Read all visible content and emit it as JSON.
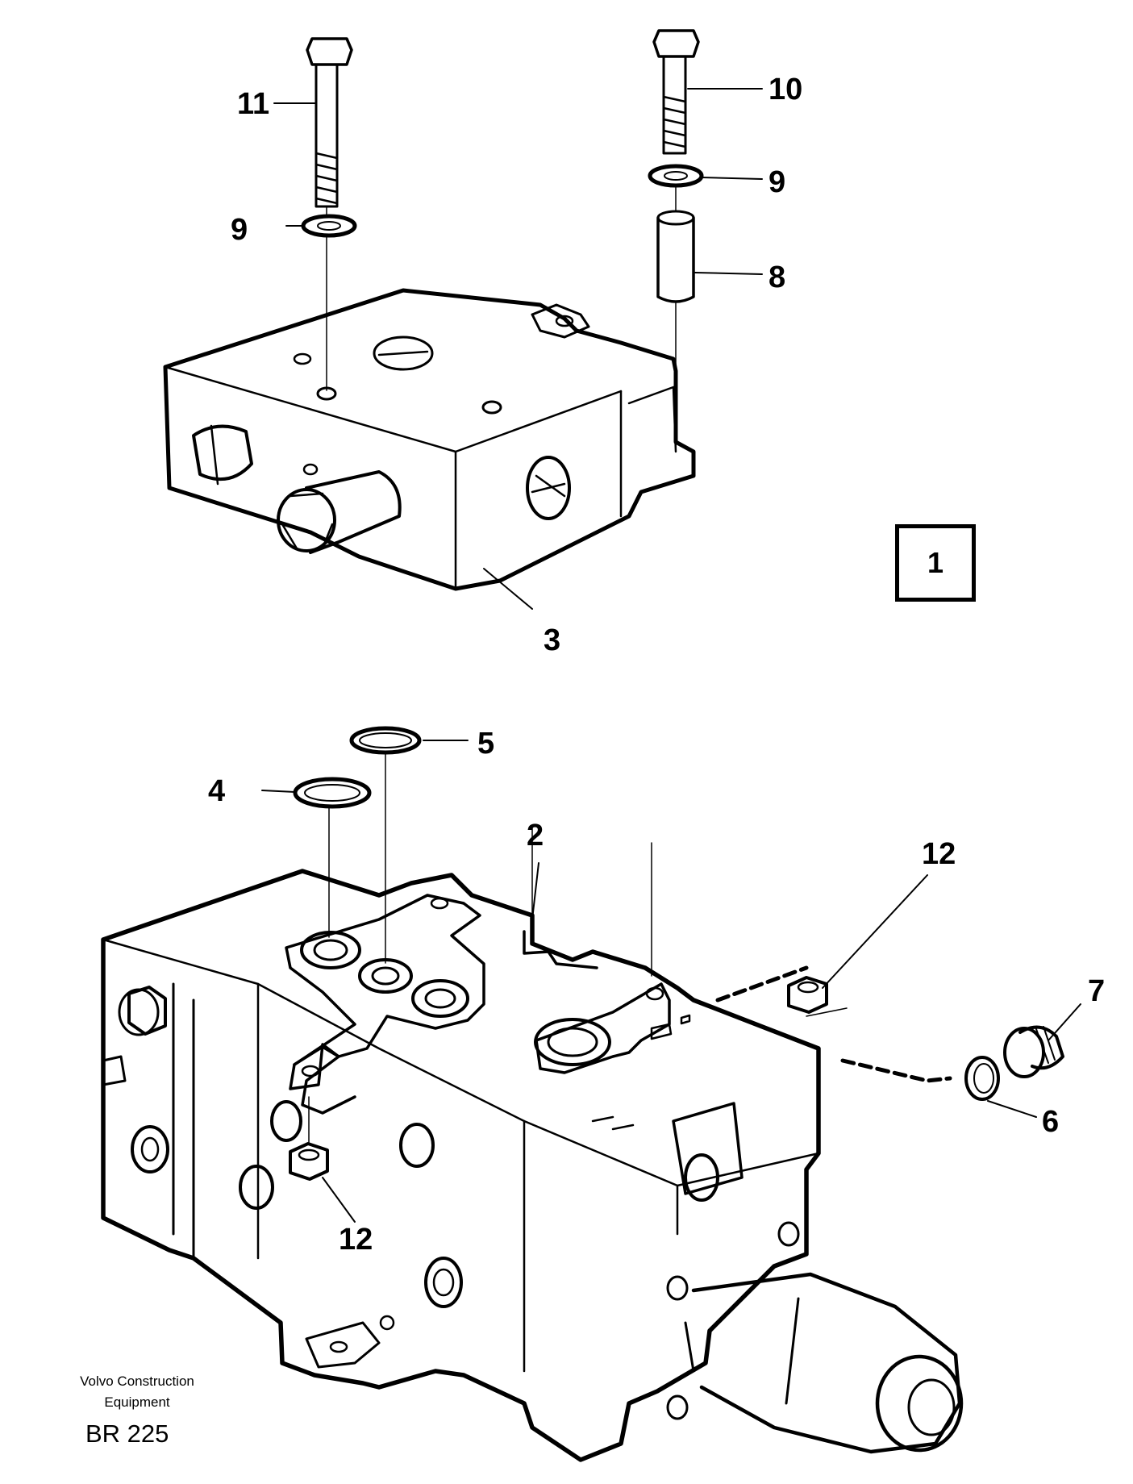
{
  "figure_id": "1",
  "callouts": {
    "c11": "11",
    "c10": "10",
    "c9a": "9",
    "c9b": "9",
    "c8": "8",
    "c3": "3",
    "c5": "5",
    "c4": "4",
    "c2": "2",
    "c12a": "12",
    "c7": "7",
    "c6": "6",
    "c12b": "12"
  },
  "footer": {
    "company_line1": "Volvo Construction",
    "company_line2": "Equipment",
    "code": "BR 225"
  }
}
